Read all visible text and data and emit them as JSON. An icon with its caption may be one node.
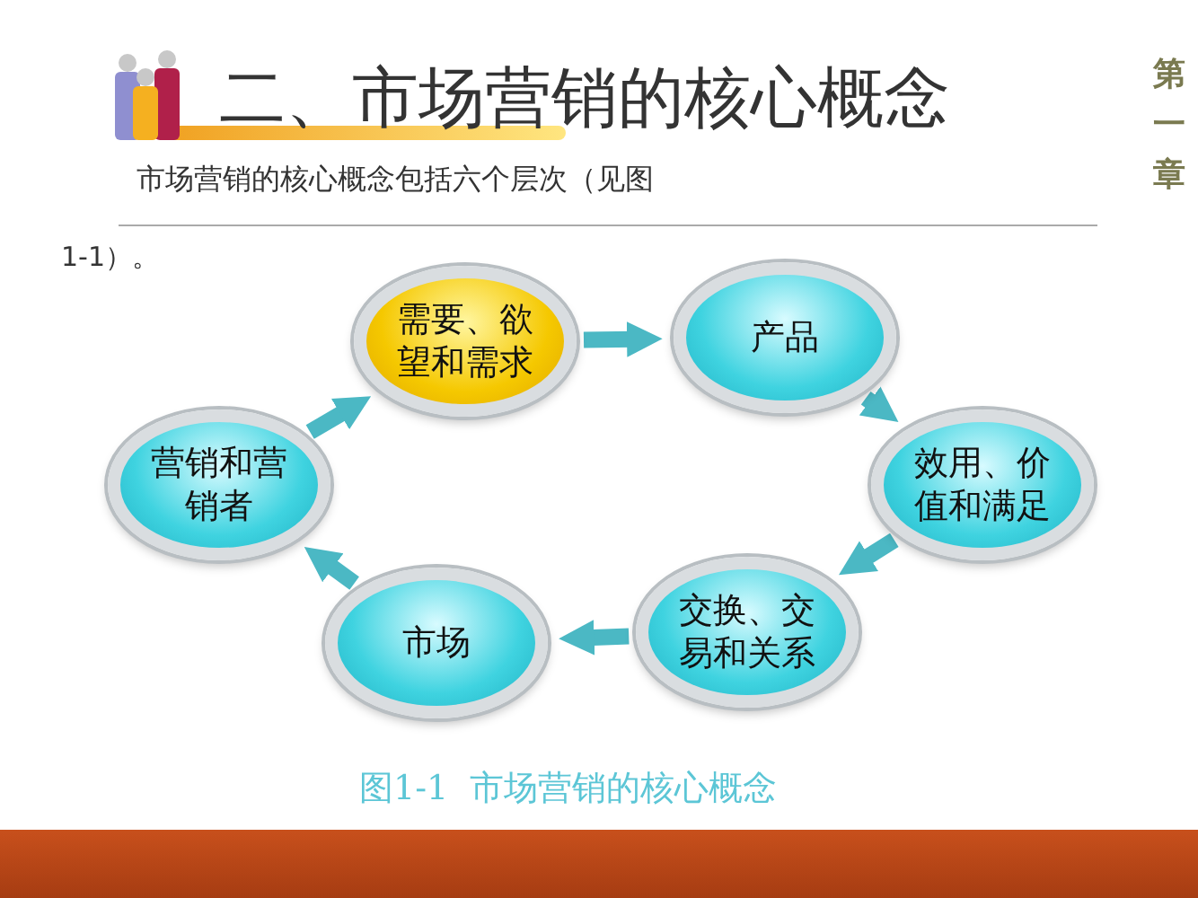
{
  "diagram": {
    "title": "二、市场营销的核心概念",
    "caption": "图1-1  市场营销的核心概念",
    "nodes": [
      {
        "text": [
          "需要、欲望和需求"
        ]
      },
      {
        "text": [
          "产品"
        ]
      },
      {
        "text": [
          "效用、价值和满足"
        ]
      },
      {
        "text": [
          "交换、交易和关系"
        ]
      },
      {
        "text": [
          "市场"
        ]
      },
      {
        "text": [
          "营销和营销者"
        ]
      }
    ],
    "edges": [
      {
        "from": 0,
        "to": 1,
        "arrow": "to"
      },
      {
        "from": 1,
        "to": 2,
        "arrow": "to"
      },
      {
        "from": 2,
        "to": 3,
        "arrow": "to"
      },
      {
        "from": 3,
        "to": 4,
        "arrow": "to"
      },
      {
        "from": 4,
        "to": 5,
        "arrow": "to"
      },
      {
        "from": 5,
        "to": 0,
        "arrow": "to"
      }
    ],
    "labels": [
      "市场营销的核心概念包括六个层次（见图",
      "1-1）。",
      "第一章"
    ]
  }
}
